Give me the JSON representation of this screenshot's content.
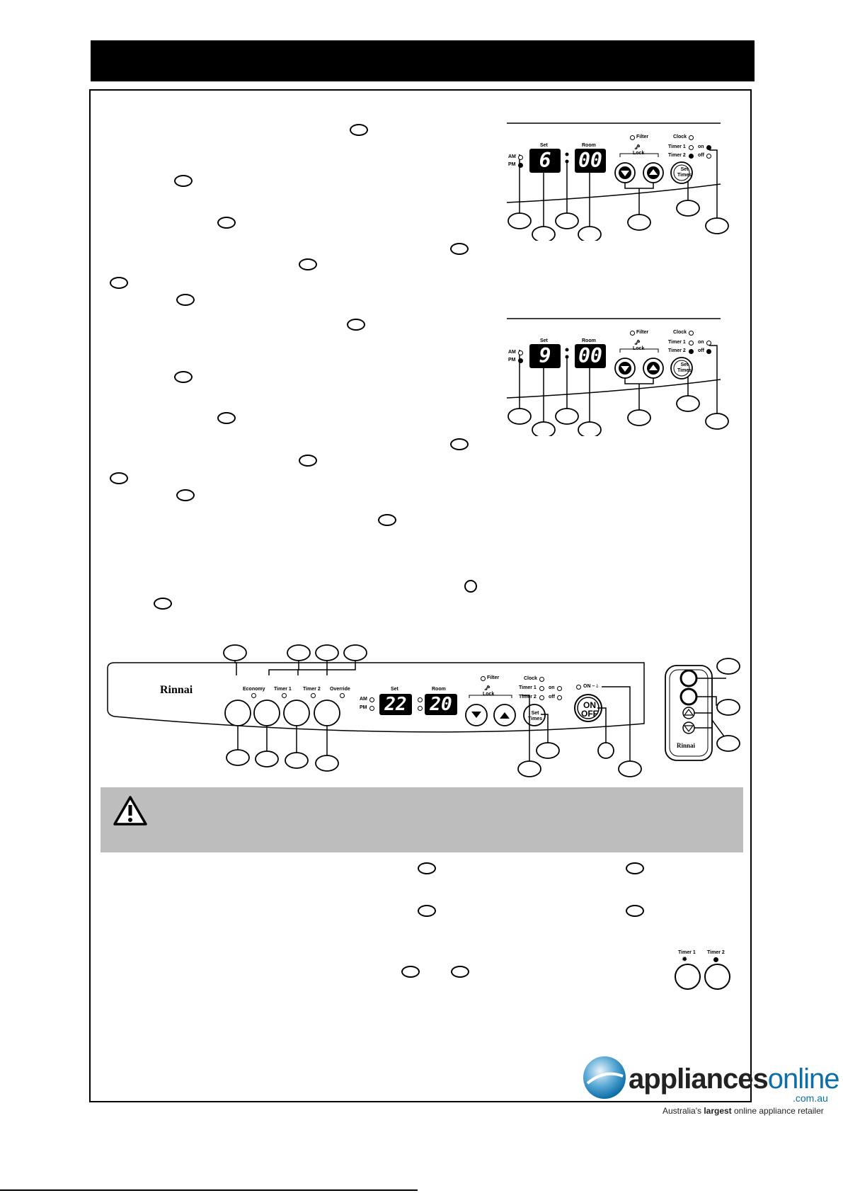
{
  "panel": {
    "am": "AM",
    "pm": "PM",
    "set": "Set",
    "room": "Room",
    "filter": "Filter",
    "lock": "Lock",
    "clock": "Clock",
    "timer1": "Timer 1",
    "timer2": "Timer 2",
    "on": "on",
    "off": "off",
    "set_times_1": "Set",
    "set_times_2": "Times"
  },
  "diagram_a": {
    "set_value": "6",
    "room_value": "00"
  },
  "diagram_b": {
    "set_value": "9",
    "room_value": "00"
  },
  "front_panel": {
    "brand": "Rinnai",
    "economy": "Economy",
    "timer1": "Timer 1",
    "timer2": "Timer 2",
    "override": "Override",
    "set_value": "22",
    "room_value": "20",
    "on_label": "ON",
    "onoff_1": "ON",
    "onoff_2": "OFF",
    "remote_brand": "Rinnai"
  },
  "timer_buttons": {
    "timer1": "Timer 1",
    "timer2": "Timer 2"
  },
  "logo": {
    "name_bold": "appliances",
    "name_light": "online",
    "domain": ".com.au",
    "tagline_pre": "Australia's ",
    "tagline_bold": "largest",
    "tagline_post": " online appliance retailer"
  },
  "colors": {
    "header": "#000000",
    "warning_bg": "#bdbdbd",
    "logo_blue": "#0d6fa8"
  }
}
